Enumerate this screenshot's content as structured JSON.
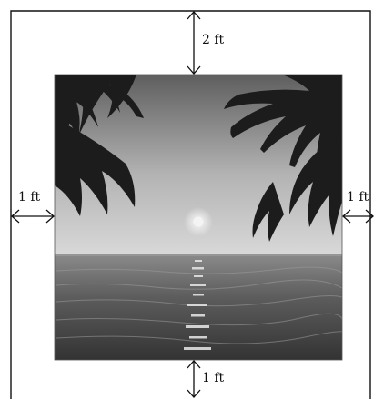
{
  "labels": {
    "top": "2 ft",
    "left": "1 ft",
    "right": "1 ft",
    "bottom": "1 ft"
  },
  "colors": {
    "frame": "#111111",
    "arrow": "#111111",
    "sky_top": "#6e6e6e",
    "sky_mid": "#b9b9b9",
    "horizon": "#d7d7d7",
    "sea_top": "#7a7a7a",
    "sea_bottom": "#3a3a3a",
    "palm": "#1b1b1b",
    "moon": "#f4f4f4"
  },
  "icons": [
    "double-arrow-icon"
  ]
}
